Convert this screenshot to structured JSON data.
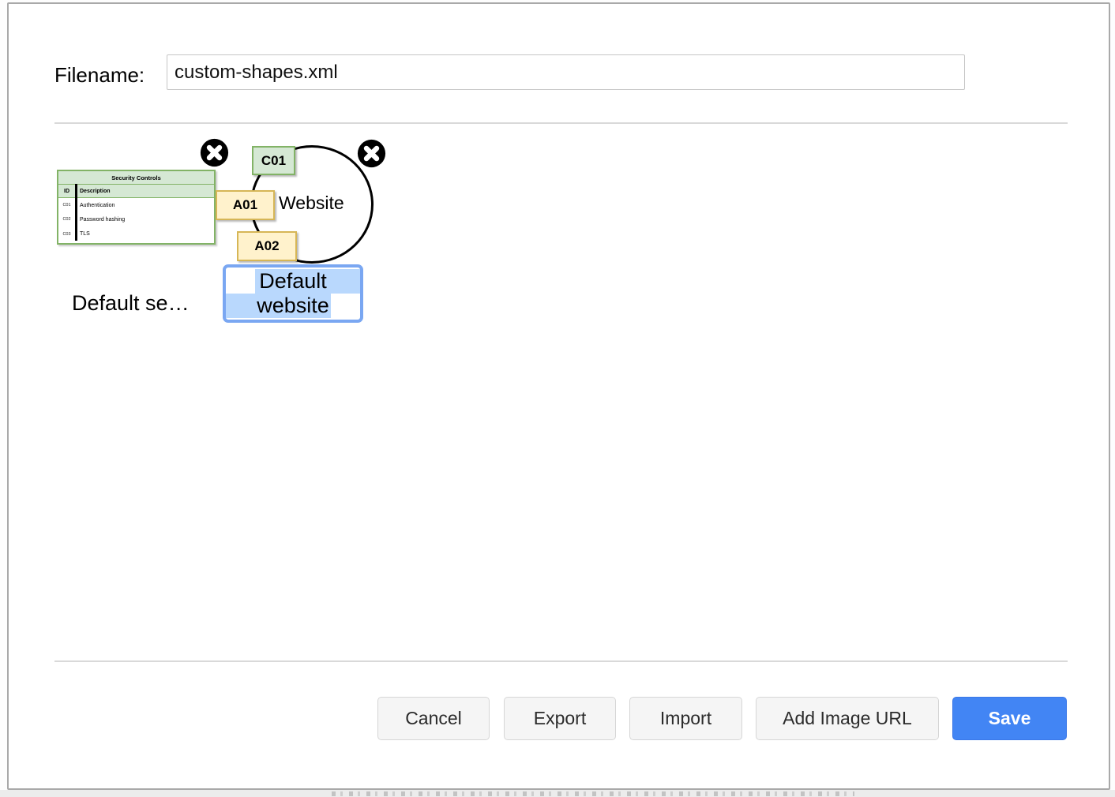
{
  "dialog": {
    "filename_label": "Filename:",
    "filename_value": "custom-shapes.xml",
    "buttons": {
      "cancel": "Cancel",
      "export": "Export",
      "import": "Import",
      "add_image_url": "Add Image URL",
      "save": "Save"
    }
  },
  "library": {
    "entries": [
      {
        "label": "Default se…",
        "table": {
          "title": "Security Controls",
          "columns": [
            "ID",
            "Description"
          ],
          "rows": [
            [
              "C01",
              "Authentication"
            ],
            [
              "C02",
              "Password hashing"
            ],
            [
              "C03",
              "TLS"
            ]
          ]
        }
      },
      {
        "label_edit_value": "Default website",
        "label_lines": [
          "Default",
          "website"
        ],
        "diagram": {
          "circle_label": "Website",
          "nodes": [
            "C01",
            "A01",
            "A02"
          ]
        }
      }
    ]
  },
  "icons": {
    "delete": "delete-x-icon"
  },
  "colors": {
    "green_fill": "#d5e8d4",
    "green_stroke": "#82b366",
    "yellow_fill": "#fff2cc",
    "yellow_stroke": "#d6b656",
    "save_blue": "#4285f4",
    "selection_blue": "#b9d8fd",
    "editor_border_blue": "#7aa7f2"
  }
}
